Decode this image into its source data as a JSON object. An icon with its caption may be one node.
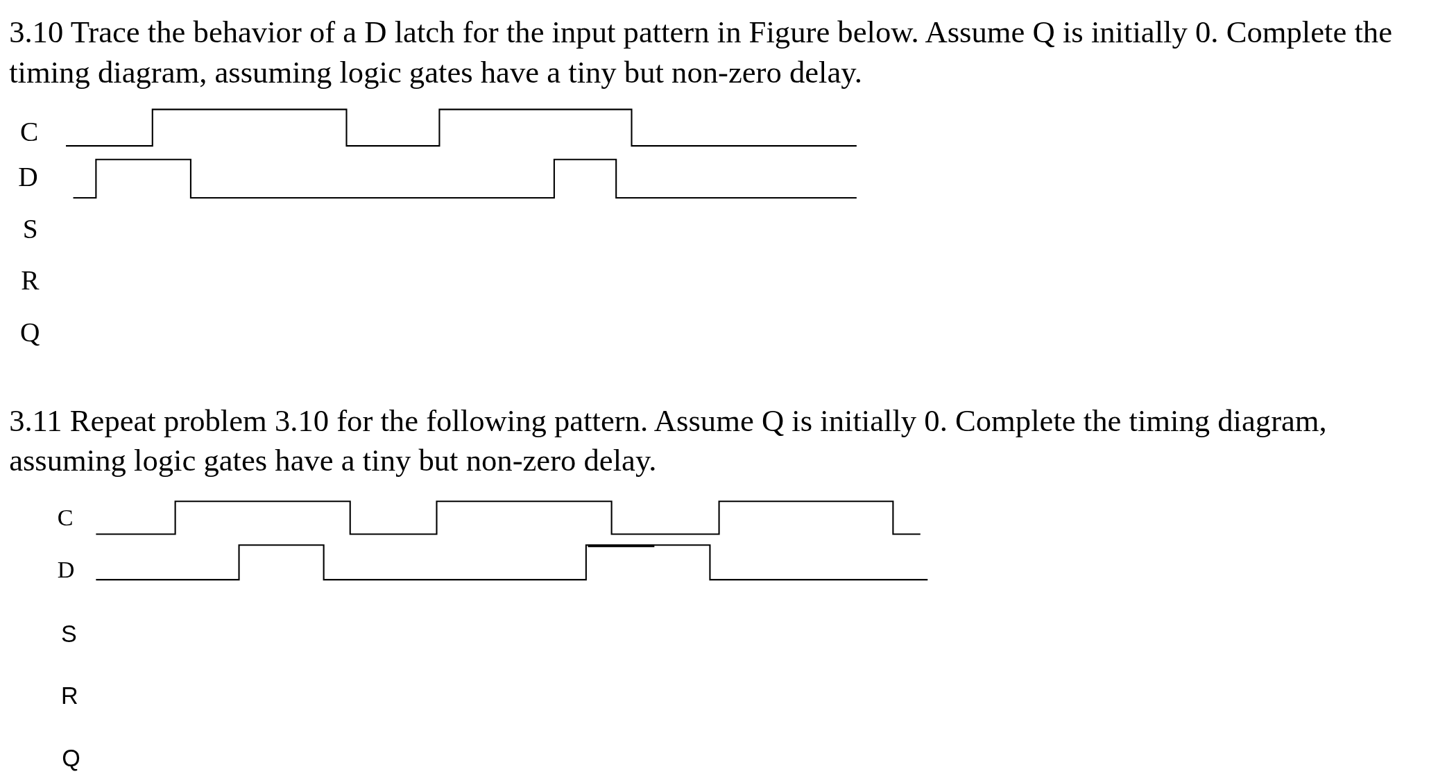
{
  "diagram": {
    "labels": [
      "3.10 Trace the behavior of a D latch for the input pattern in Figure below. Assume Q is initially 0. Complete the timing diagram, assuming logic gates have a tiny but non-zero delay.",
      "C",
      "D",
      "S",
      "R",
      "Q",
      "3.11 Repeat problem 3.10 for the following pattern. Assume Q is initially 0. Complete the timing diagram, assuming logic gates have a tiny but non-zero delay.",
      "C",
      "D",
      "S",
      "R",
      "Q"
    ]
  }
}
